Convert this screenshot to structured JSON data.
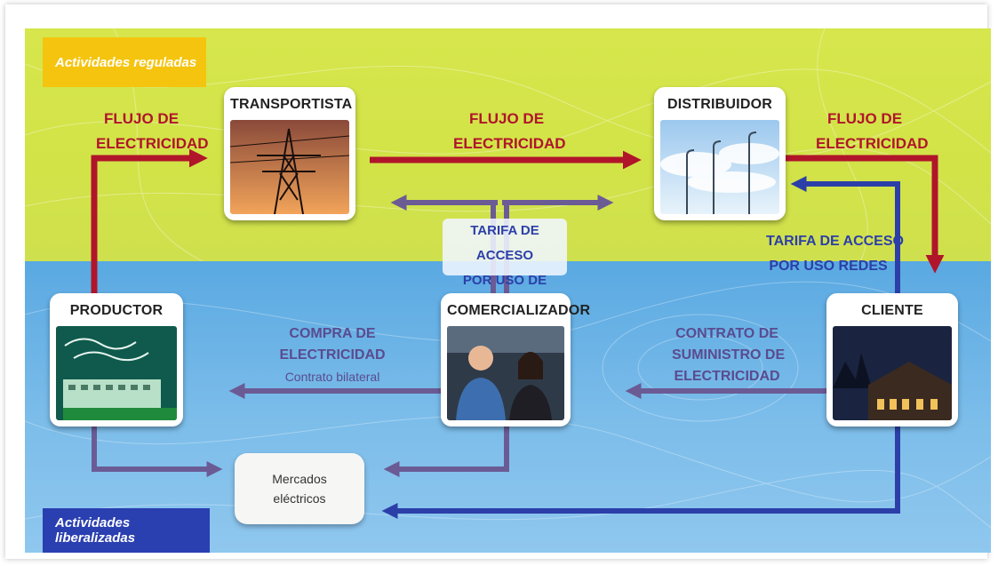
{
  "regions": {
    "regulated": "Actividades reguladas",
    "liberalized": "Actividades liberalizadas"
  },
  "nodes": {
    "transportista": "TRANSPORTISTA",
    "distribuidor": "DISTRIBUIDOR",
    "productor": "PRODUCTOR",
    "comercializador": "COMERCIALIZADOR",
    "cliente": "CLIENTE",
    "mercados_line1": "Mercados",
    "mercados_line2": "eléctricos"
  },
  "labels": {
    "flujo_line1": "FLUJO DE",
    "flujo_line2": "ELECTRICIDAD",
    "tarifa_center_line1": "TARIFA DE ACCESO",
    "tarifa_center_line2": "POR USO DE REDES",
    "tarifa_right_line1": "TARIFA DE ACCESO",
    "tarifa_right_line2": "POR USO REDES",
    "compra_line1": "COMPRA DE",
    "compra_line2": "ELECTRICIDAD",
    "compra_sub": "Contrato bilateral",
    "contrato_line1": "CONTRATO DE",
    "contrato_line2": "SUMINISTRO DE",
    "contrato_line3": "ELECTRICIDAD"
  },
  "colors": {
    "regulated_tag": "#f5c40f",
    "liberalized_tag": "#2a3fb0",
    "electricity_flow": "#b0152a",
    "access_fee": "#2c3fa8",
    "commercial": "#6b5b95"
  }
}
